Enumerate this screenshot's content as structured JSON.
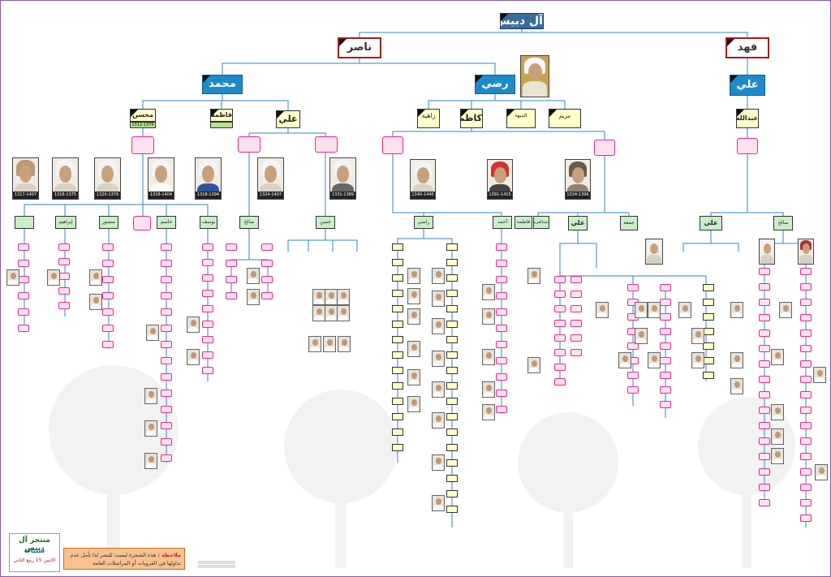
{
  "title": "آل دبيس",
  "branches": {
    "nasser": "ناصر",
    "fahad": "فهد",
    "mohammed": "محمد",
    "radhi": "رضي",
    "ali_top": "علي"
  },
  "mohammed_children": {
    "mohsen": "محسن",
    "mohsen_dates": "1312-1376",
    "fatima": "فاطمة",
    "ali": "علي"
  },
  "radhi_children": {
    "zahia": "زاهية",
    "kadhim": "كاظم",
    "nabiha": "النبيهة",
    "maryam": "مريم"
  },
  "ali_top_child": "عبدالله",
  "portrait_dates": [
    "1317-1407",
    "1318-1375",
    "1320-1379",
    "1318-1404",
    "1318-1394",
    "1324-1407",
    "1331-1389",
    "1340-1440",
    "1391-1415",
    "1324-1396"
  ],
  "gen4_labels": {
    "h_radhi": "راضي",
    "h_ahmed": "أحمد",
    "h_fatima": "فاطمة",
    "h_ali": "علي",
    "h_jumaa": "جمعة",
    "h_salih": "صالح",
    "h_hasan": "حسن",
    "h_ali2": "علي",
    "h_salih2": "صالح",
    "h_ibrahim": "إبراهيم",
    "h_mansour": "منصور",
    "h_jasim": "جاسم",
    "h_yusuf": "يوسف",
    "h_abdulaziz": "عبدالعزيز"
  },
  "logo": {
    "line1": "منتجر آل دبيس",
    "line2": "سنيات",
    "line3": "الاثنين 15 ربيع الثاني"
  },
  "note": {
    "label": "ملاحظة :",
    "text": "هذه الشجرة ليست للنشر لذا نأمل عدم تداولها في القروبات أو المراسلات العامة"
  },
  "colors": {
    "root": "#3d6a9e",
    "level2": "#1f8ac9",
    "branch_border": "#a21d1d",
    "pink_border": "#e02c8e",
    "line": "#2f86c6"
  }
}
